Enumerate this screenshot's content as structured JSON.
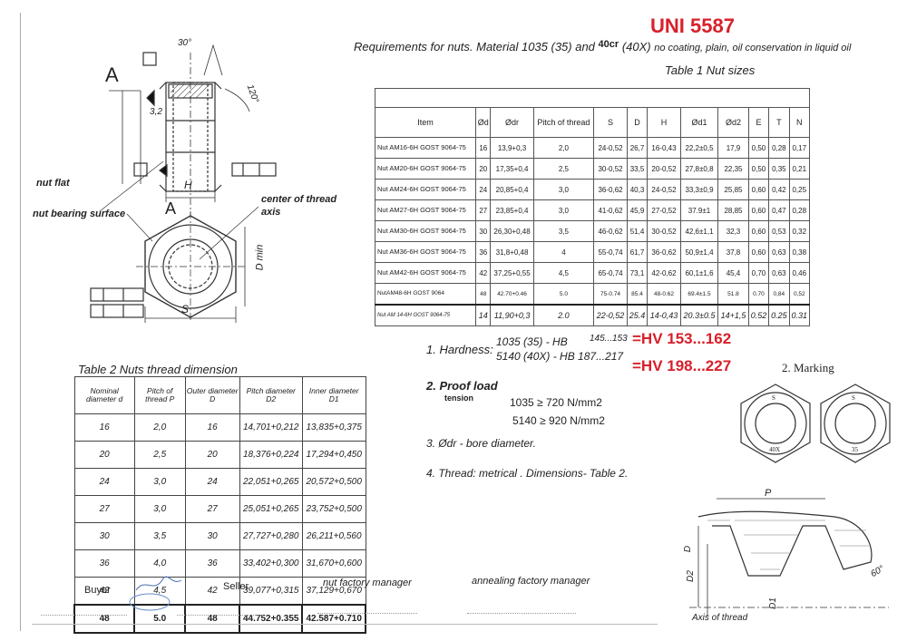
{
  "title": "UNI 5587",
  "requirements": {
    "prefix": "Requirements for nuts. Material 1035 (35) and",
    "mid": "40cr",
    "tail_it": "(40X)",
    "suffix": "no coating, plain, oil conservation in liquid oil"
  },
  "table1": {
    "caption": "Table 1  Nut sizes",
    "headers": [
      "Item",
      "Ød",
      "Ødr",
      "Pitch of thread",
      "S",
      "D",
      "H",
      "Ød1",
      "Ød2",
      "E",
      "T",
      "N"
    ],
    "rows": [
      [
        "Nut AM16-6H GOST 9064-75",
        "16",
        "13,9+0,3",
        "2,0",
        "24-0,52",
        "26,7",
        "16-0,43",
        "22,2±0,5",
        "17,9",
        "0,50",
        "0,28",
        "0,17"
      ],
      [
        "Nut AM20-6H GOST 9064-75",
        "20",
        "17,35+0,4",
        "2,5",
        "30-0,52",
        "33,5",
        "20-0,52",
        "27,8±0,8",
        "22,35",
        "0,50",
        "0,35",
        "0,21"
      ],
      [
        "Nut AM24-6H GOST 9064-75",
        "24",
        "20,85+0,4",
        "3,0",
        "36-0,62",
        "40,3",
        "24-0,52",
        "33,3±0,9",
        "25,85",
        "0,60",
        "0,42",
        "0,25"
      ],
      [
        "Nut AM27-6H GOST 9064-75",
        "27",
        "23,85+0,4",
        "3,0",
        "41-0,62",
        "45,9",
        "27-0,52",
        "37.9±1",
        "28,85",
        "0,60",
        "0,47",
        "0,28"
      ],
      [
        "Nut AM30-6H GOST 9064-75",
        "30",
        "26,30+0,48",
        "3,5",
        "46-0,62",
        "51,4",
        "30-0,52",
        "42,6±1,1",
        "32,3",
        "0,60",
        "0,53",
        "0,32"
      ],
      [
        "Nut AM36-6H GOST 9064-75",
        "36",
        "31,8+0,48",
        "4",
        "55-0,74",
        "61,7",
        "36-0,62",
        "50,9±1,4",
        "37,8",
        "0,60",
        "0,63",
        "0,38"
      ],
      [
        "Nut AM42-6H GOST 9064-75",
        "42",
        "37,25+0,55",
        "4,5",
        "65-0,74",
        "73,1",
        "42-0,62",
        "60,1±1,6",
        "45,4",
        "0,70",
        "0,63",
        "0,46"
      ],
      [
        "NutAM48-6H GOST 9064",
        "48",
        "42.70+0.46",
        "5.0",
        "75-0.74",
        "85.4",
        "48-0.62",
        "69.4±1.5",
        "51.8",
        "0.70",
        "0,84",
        "0,52"
      ],
      [
        "Nut AM 14-6H GOST 9064-75",
        "14",
        "11,90+0,3",
        "2.0",
        "22-0,52",
        "25.4",
        "14-0,43",
        "20.3±0.5",
        "14+1,5",
        "0.52",
        "0.25",
        "0.31"
      ]
    ]
  },
  "table2": {
    "caption": "Table 2  Nuts thread dimension",
    "headers": [
      "Nominal diameter d",
      "Pitch of thread P",
      "Outer diameter D",
      "Pitch diameter D2",
      "Inner diameter D1"
    ],
    "rows": [
      [
        "16",
        "2,0",
        "16",
        "14,701+0,212",
        "13,835+0,375"
      ],
      [
        "20",
        "2,5",
        "20",
        "18,376+0,224",
        "17,294+0,450"
      ],
      [
        "24",
        "3,0",
        "24",
        "22,051+0,265",
        "20,572+0,500"
      ],
      [
        "27",
        "3,0",
        "27",
        "25,051+0,265",
        "23,752+0,500"
      ],
      [
        "30",
        "3,5",
        "30",
        "27,727+0,280",
        "26,211+0,560"
      ],
      [
        "36",
        "4,0",
        "36",
        "33,402+0,300",
        "31,670+0,600"
      ],
      [
        "42",
        "4,5",
        "42",
        "39,077+0,315",
        "37,129+0,670"
      ],
      [
        "48",
        "5.0",
        "48",
        "44.752+0.355",
        "42.587+0.710"
      ]
    ]
  },
  "notes": {
    "hardness_label": "1. Hardness:",
    "hardness_1": "1035 (35) - HB",
    "hardness_1_val": "145...153",
    "hardness_2": "5140 (40X) - HB 187...217",
    "hv_1": "=HV 153...162",
    "hv_2": "=HV  198...227",
    "proof_load": "2. Proof load",
    "tension": "tension",
    "proof_1": "1035 ≥ 720  N/mm2",
    "proof_2": "5140 ≥ 920  N/mm2",
    "bore": "3. Ødr - bore diameter.",
    "thread": "4. Thread: metrical . Dimensions- Table 2.",
    "marking": "2. Marking",
    "mark_left": "40X",
    "mark_right": "35",
    "mark_s": "S"
  },
  "drawing_labels": {
    "nut_flat": "nut flat",
    "bearing": "nut bearing surface",
    "center": "center of thread axis",
    "axis_thread": "Axis of thread",
    "view_a": "A",
    "angle30": "30°",
    "angle120": "120°",
    "angle60": "60°",
    "dim_h": "H",
    "dim_s": "S",
    "dim_dmin": "D min",
    "dim_p": "P",
    "dim_d": "D",
    "dim_d2": "D2",
    "dim_d1": "D1",
    "dim_32": "3,2"
  },
  "signatures": {
    "buyer": "Buyer",
    "seller": "Seller",
    "nut_mgr": "nut factory manager",
    "anneal_mgr": "annealing factory manager"
  }
}
